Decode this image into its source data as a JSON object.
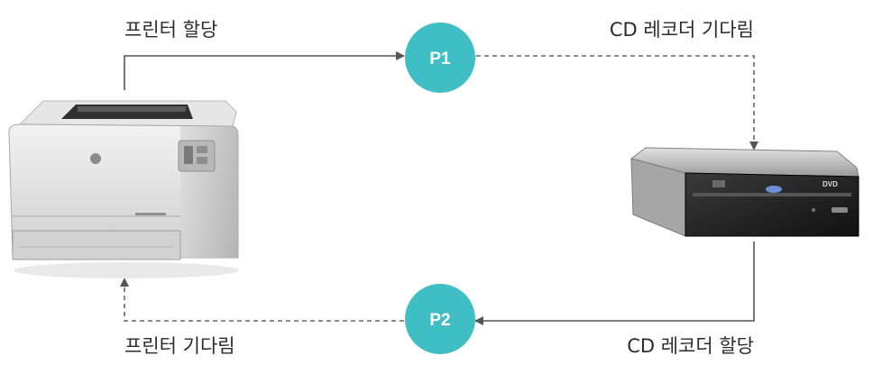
{
  "nodes": {
    "p1": {
      "label": "P1"
    },
    "p2": {
      "label": "P2"
    }
  },
  "edges": {
    "printer_to_p1": {
      "label": "프린터 할당",
      "style": "solid"
    },
    "p1_to_cd": {
      "label": "CD 레코더 기다림",
      "style": "dashed"
    },
    "cd_to_p2": {
      "label": "CD 레코더 할당",
      "style": "solid"
    },
    "p2_to_printer": {
      "label": "프린터 기다림",
      "style": "dashed"
    }
  },
  "devices": {
    "printer": {
      "icon": "printer-icon"
    },
    "cd_recorder": {
      "icon": "cd-recorder-icon",
      "tray_text": "DVD"
    }
  },
  "colors": {
    "node_fill": "#3fbec4",
    "edge": "#555555",
    "text": "#2b2b2b"
  }
}
